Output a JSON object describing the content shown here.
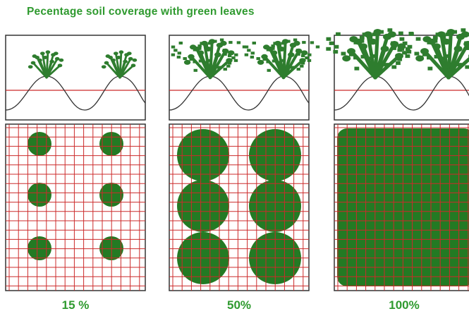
{
  "title": "Pecentage soil coverage with green leaves",
  "panels": [
    {
      "label": "15 %",
      "coverage_percent": 15
    },
    {
      "label": "50%",
      "coverage_percent": 50
    },
    {
      "label": "100%",
      "coverage_percent": 100
    }
  ],
  "colors": {
    "title_text": "#2f9a2f",
    "plant_green": "#2e7d2e",
    "canopy_green": "#237a23",
    "grid_red": "#cc2b2b",
    "soil_line": "#333333",
    "frame": "#333333"
  }
}
